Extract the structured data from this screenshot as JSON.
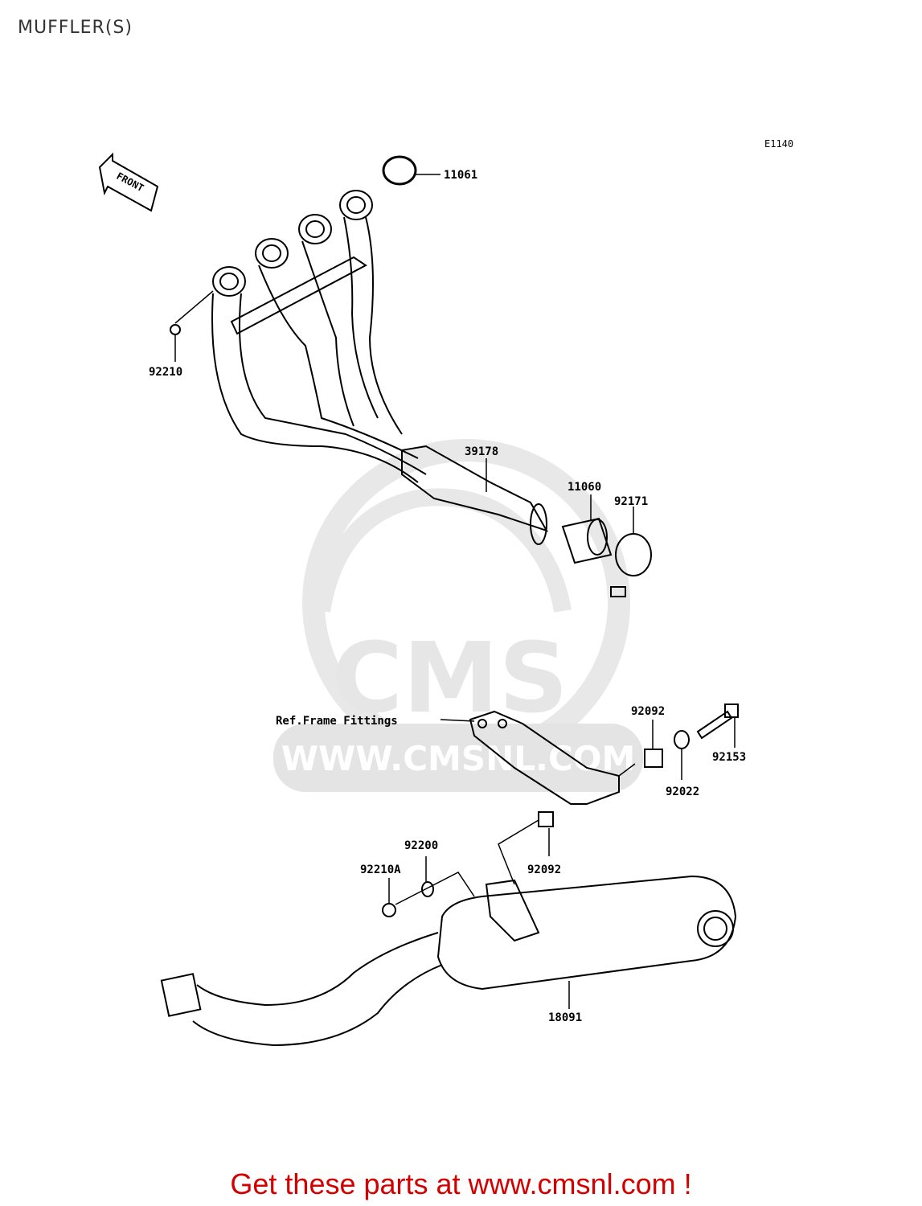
{
  "title": "MUFFLER(S)",
  "diagram_code": "E1140",
  "front_label": "FRONT",
  "watermark": {
    "logo": "CMS",
    "url": "WWW.CMSNL.COM"
  },
  "parts": {
    "p11061": "11061",
    "p92210": "92210",
    "p39178": "39178",
    "p11060": "11060",
    "p92171": "92171",
    "ref_frame": "Ref.Frame Fittings",
    "p92092_top": "92092",
    "p92153": "92153",
    "p92022": "92022",
    "p92200": "92200",
    "p92210A": "92210A",
    "p92092_bottom": "92092",
    "p18091": "18091"
  },
  "footer": "Get these parts at www.cmsnl.com !",
  "colors": {
    "footer": "#d40000",
    "line": "#000000",
    "watermark": "#e4e4e4"
  }
}
